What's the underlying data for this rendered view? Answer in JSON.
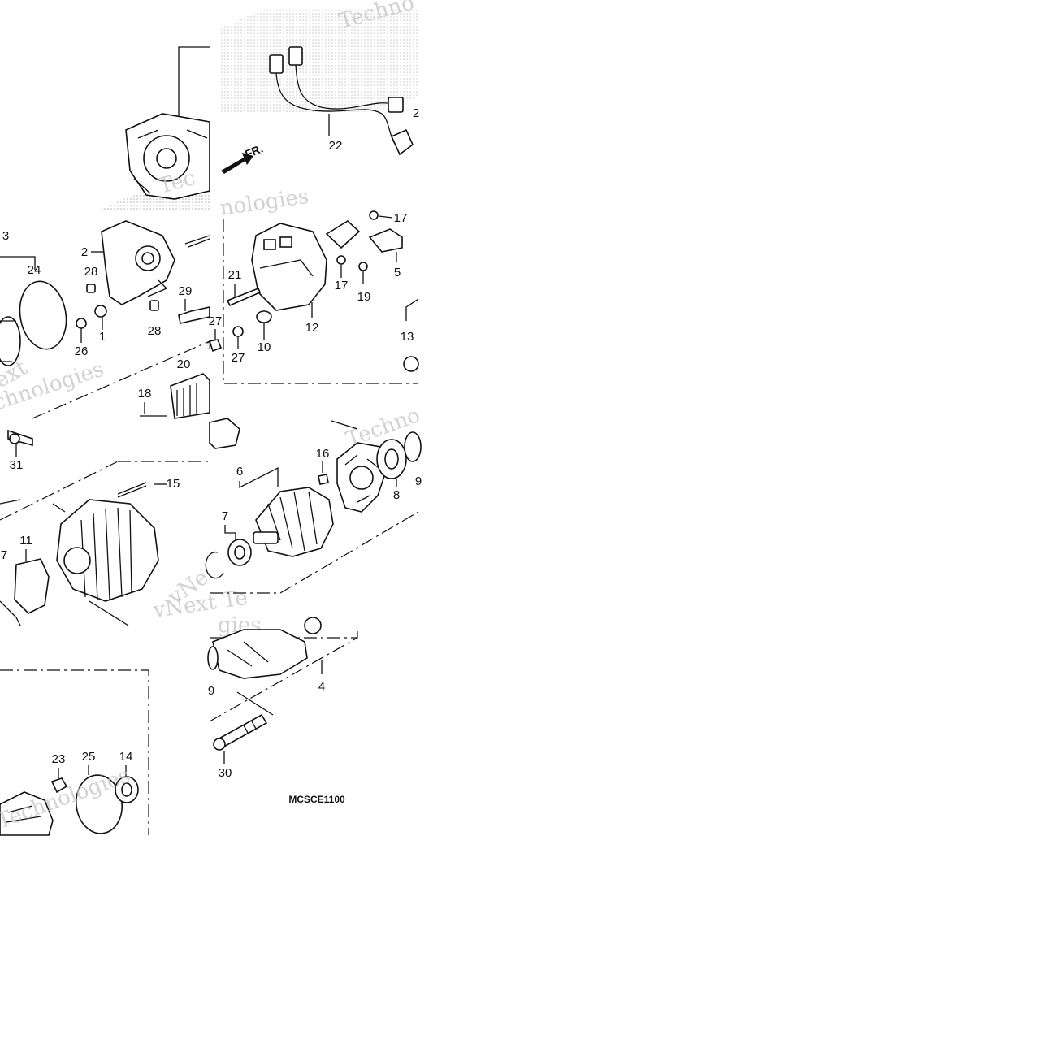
{
  "diagram": {
    "code": "MCSCE1100",
    "direction_label": "FR.",
    "watermark": "vNext Technologies",
    "watermark_fragments": [
      "Techno",
      "Tec",
      "nologies",
      "Technologies",
      "chnologies",
      "Techno",
      "vNe",
      "vNext Te",
      "gies",
      "Tech",
      "ext"
    ],
    "callouts": {
      "c1": "1",
      "c2": "2",
      "c3": "3",
      "c4": "4",
      "c5": "5",
      "c6": "6",
      "c7a": "7",
      "c7b": "7",
      "c8": "8",
      "c9a": "9",
      "c9b": "9",
      "c10": "10",
      "c11": "11",
      "c12": "12",
      "c13": "13",
      "c14": "14",
      "c15": "15",
      "c16": "16",
      "c17a": "17",
      "c17b": "17",
      "c18": "18",
      "c19": "19",
      "c20": "20",
      "c21": "21",
      "c22": "22",
      "c2x": "2",
      "c23": "23",
      "c24": "24",
      "c25": "25",
      "c26": "26",
      "c27a": "27",
      "c27b": "27",
      "c28a": "28",
      "c28b": "28",
      "c29": "29",
      "c30": "30",
      "c31": "31",
      "c1x": "1"
    }
  }
}
